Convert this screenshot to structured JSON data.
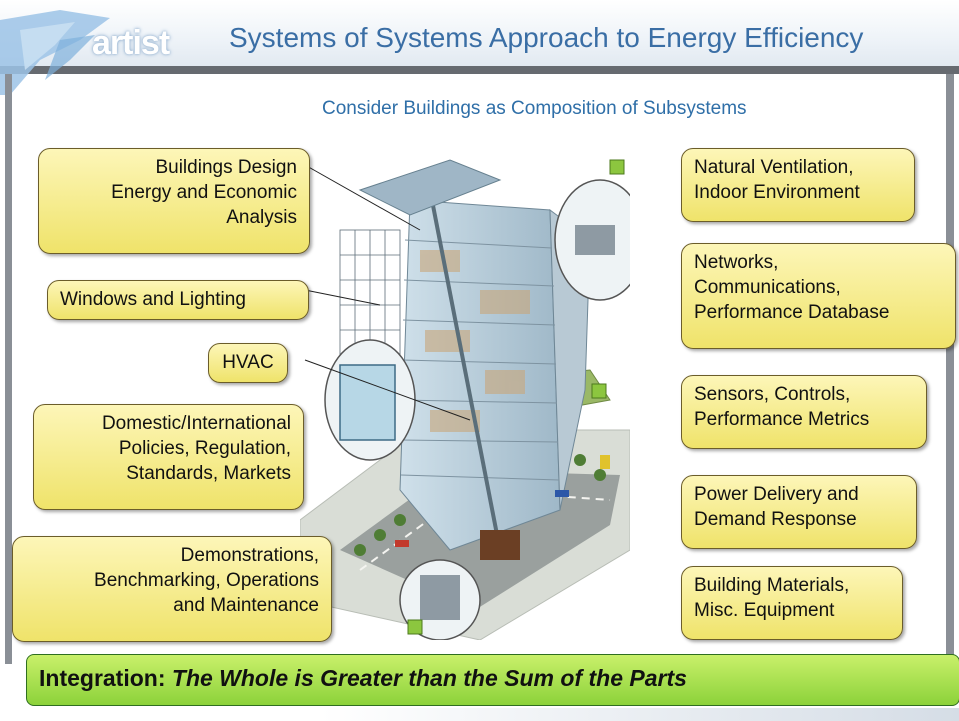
{
  "header": {
    "logo_text": "artist",
    "title": "Systems of Systems Approach to Energy Efficiency"
  },
  "subtitle": "Consider Buildings as Composition of Subsystems",
  "left_callouts": {
    "design": [
      "Buildings Design",
      "Energy and Economic",
      "Analysis"
    ],
    "windows": "Windows and Lighting",
    "hvac": "HVAC",
    "policy": [
      "Domestic/International",
      "Policies, Regulation,",
      "Standards, Markets"
    ],
    "demo": [
      "Demonstrations,",
      "Benchmarking, Operations",
      "and Maintenance"
    ]
  },
  "right_callouts": {
    "natural": [
      "Natural Ventilation,",
      "Indoor Environment"
    ],
    "network": [
      "Networks,",
      "Communications,",
      "Performance Database"
    ],
    "sensors": [
      "Sensors, Controls,",
      "Performance Metrics"
    ],
    "power": [
      "Power Delivery and",
      "Demand Response"
    ],
    "materials": [
      "Building Materials,",
      "Misc. Equipment"
    ]
  },
  "banner": {
    "bold": "Integration: ",
    "italic": "The Whole is Greater than the Sum of the Parts"
  },
  "colors": {
    "title": "#3a6ea5",
    "callout_fill": "#f5ea8a",
    "banner_fill": "#a8e04a",
    "rule": "#666a70"
  }
}
